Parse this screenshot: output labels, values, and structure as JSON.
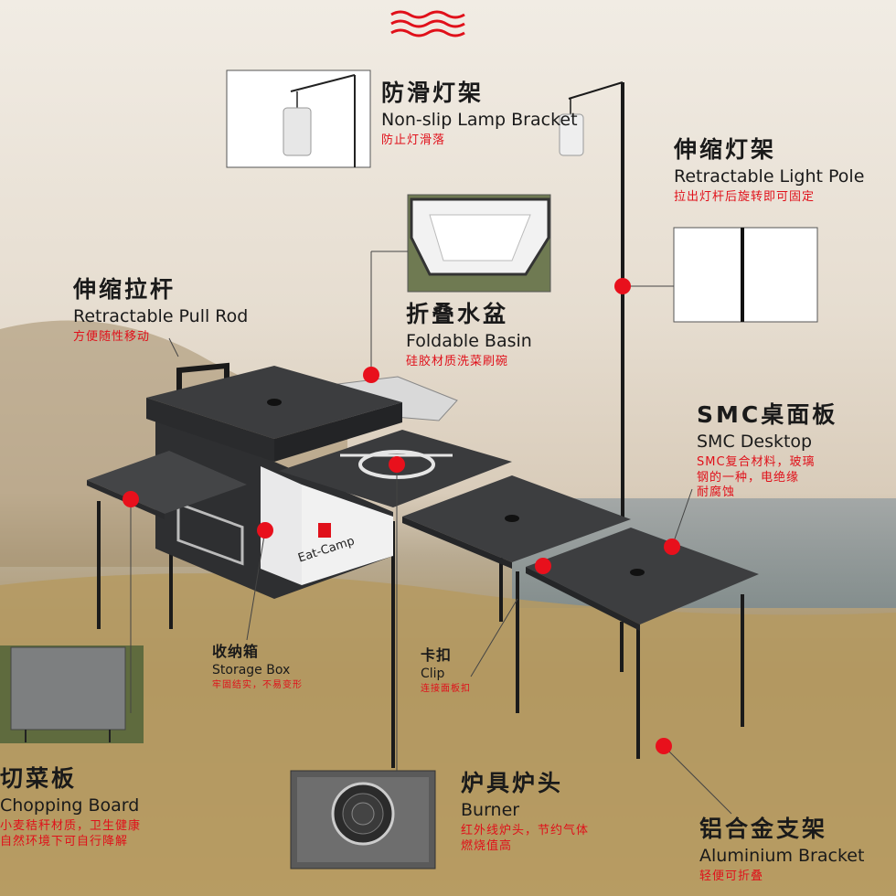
{
  "labels": {
    "lamp_bracket": {
      "zh": "防滑灯架",
      "en": "Non-slip Lamp Bracket",
      "note": "防止灯滑落"
    },
    "light_pole": {
      "zh": "伸缩灯架",
      "en": "Retractable Light Pole",
      "note": "拉出灯杆后旋转即可固定"
    },
    "pull_rod": {
      "zh": "伸缩拉杆",
      "en": "Retractable Pull Rod",
      "note": "方便随性移动"
    },
    "basin": {
      "zh": "折叠水盆",
      "en": "Foldable Basin",
      "note": "硅胶材质洗菜刷碗"
    },
    "desktop": {
      "zh": "SMC桌面板",
      "en": "SMC Desktop",
      "note1": "SMC复合材料，玻璃",
      "note2": "钢的一种，电绝缘",
      "note3": "耐腐蚀"
    },
    "storage": {
      "zh": "收纳箱",
      "en": "Storage Box",
      "note": "牢固结实，不易变形"
    },
    "clip": {
      "zh": "卡扣",
      "en": "Clip",
      "note": "连接面板扣"
    },
    "chopping": {
      "zh": "切菜板",
      "en": "Chopping Board",
      "note1": "小麦秸秆材质，卫生健康",
      "note2": "自然环境下可自行降解"
    },
    "burner": {
      "zh": "炉具炉头",
      "en": "Burner",
      "note1": "红外线炉头，节约气体",
      "note2": "燃烧值高"
    },
    "bracket": {
      "zh": "铝合金支架",
      "en": "Aluminium Bracket",
      "note": "轻便可折叠"
    }
  },
  "brand": "Eat-Camp",
  "colors": {
    "accent": "#e0101a",
    "panel": "#3a3b3d",
    "text": "#1a1a1a"
  }
}
